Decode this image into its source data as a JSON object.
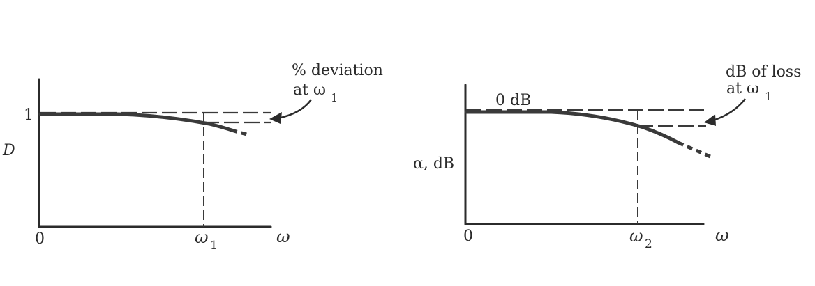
{
  "left_panel": {
    "y_axis_label": "D",
    "y_tick_label": "1",
    "x_origin_label": "0",
    "x_axis_label": "ω",
    "x_marker_symbol": "ω",
    "x_marker_subscript": "1",
    "annotation_line1": "% deviation",
    "annotation_line2_prefix": "at ω",
    "annotation_line2_subscript": "1"
  },
  "right_panel": {
    "y_axis_label": "α, dB",
    "reference_label": "0 dB",
    "x_origin_label": "0",
    "x_axis_label": "ω",
    "x_marker_symbol": "ω",
    "x_marker_subscript": "2",
    "annotation_line1": "dB of loss",
    "annotation_line2_prefix": "at ω",
    "annotation_line2_subscript": "1"
  }
}
